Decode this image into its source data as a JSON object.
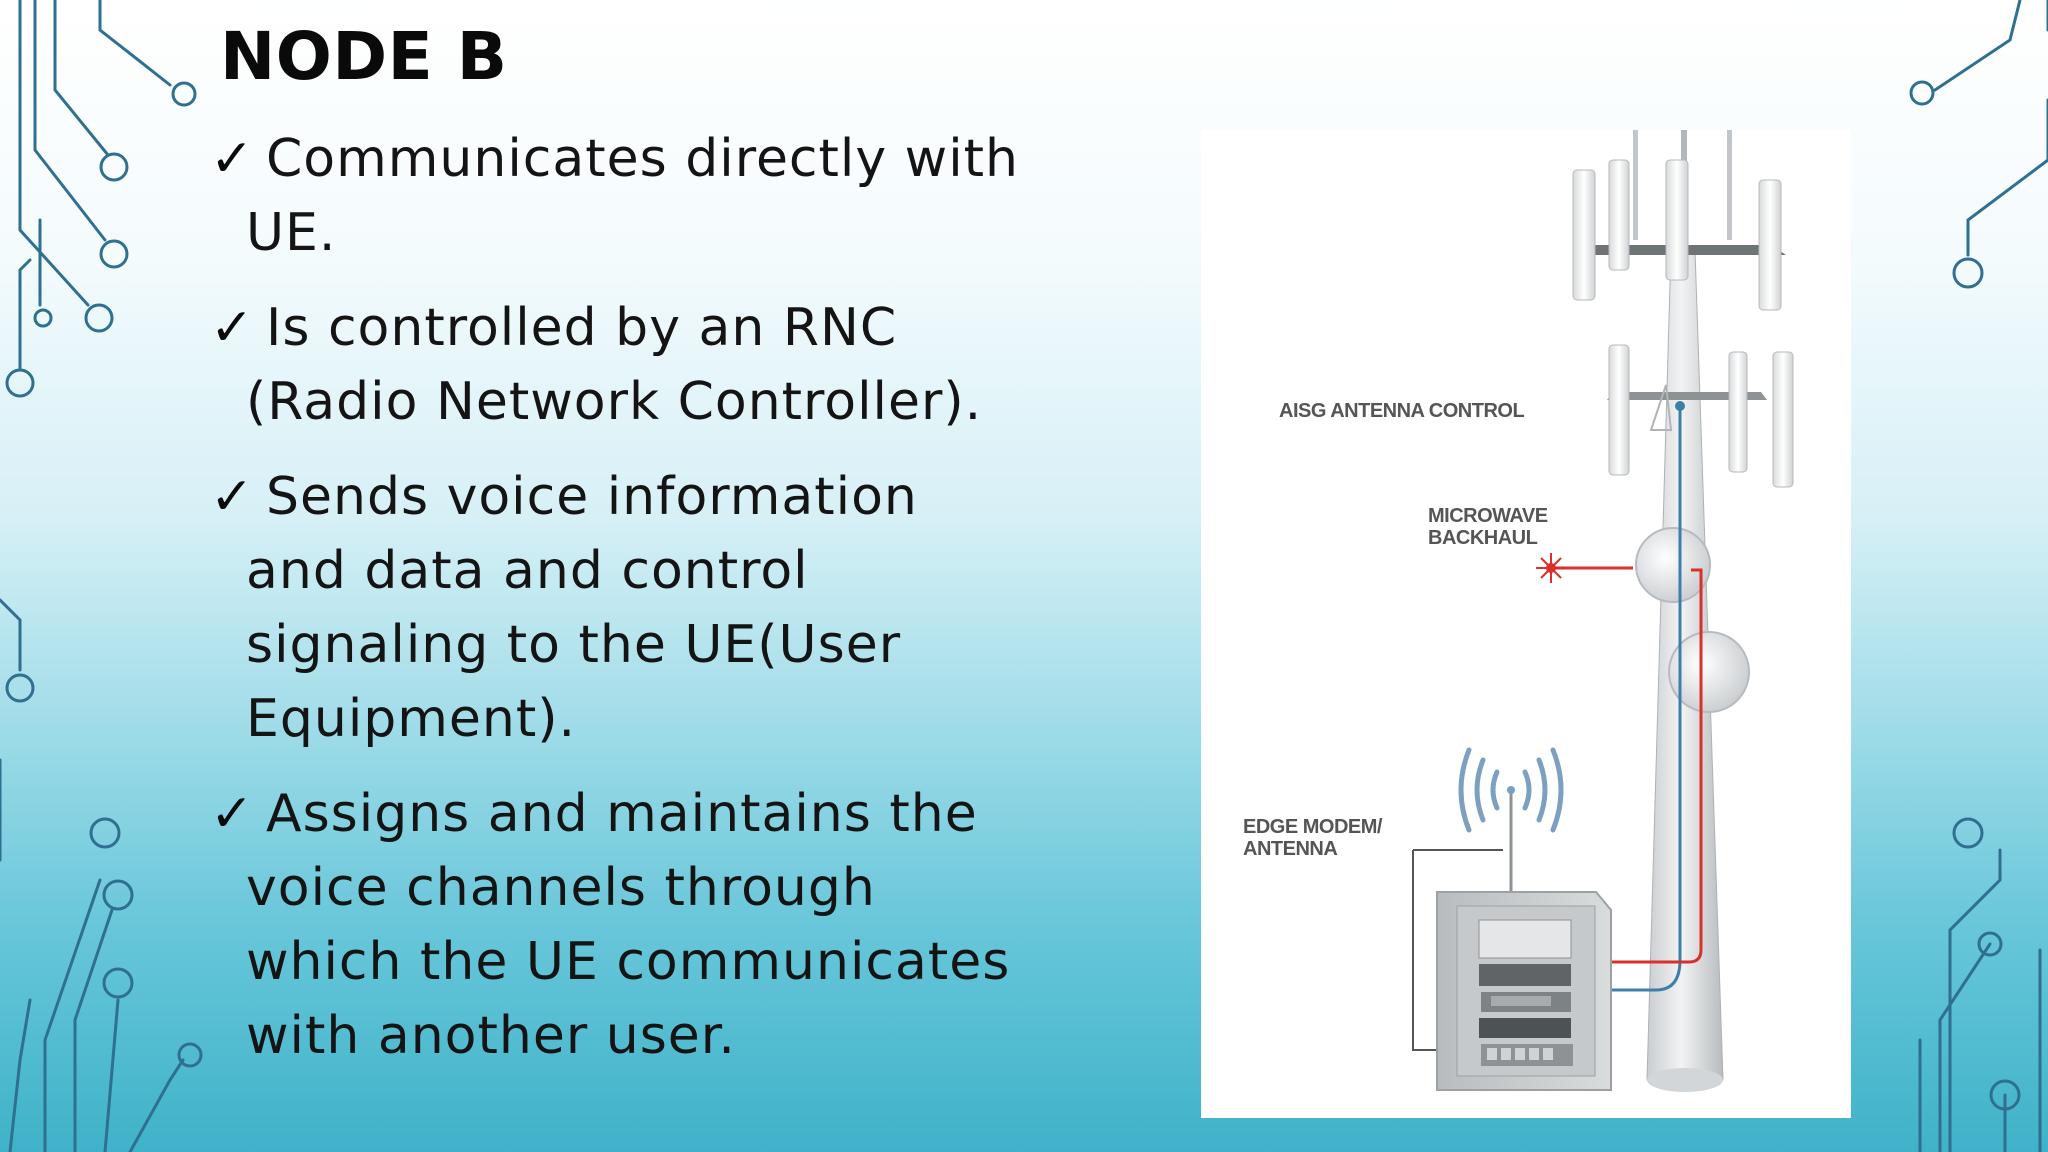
{
  "slide": {
    "title": "NODE B",
    "bullets": [
      "Communicates directly with UE.",
      "Is controlled by an RNC (Radio Network Controller).",
      "Sends voice information and data and control signaling to the UE(User Equipment).",
      "Assigns and maintains the voice channels through which the UE communicates with another user."
    ],
    "bullet_marker": "✓"
  },
  "figure": {
    "labels": {
      "aisg": "AISG ANTENNA CONTROL",
      "microwave_line1": "MICROWAVE",
      "microwave_line2": "BACKHAUL",
      "edge_line1": "EDGE MODEM/",
      "edge_line2": "ANTENNA"
    }
  },
  "colors": {
    "circuit": "#2f6f90",
    "red_cable": "#d9302c",
    "blue_cable": "#3d7fa8"
  }
}
